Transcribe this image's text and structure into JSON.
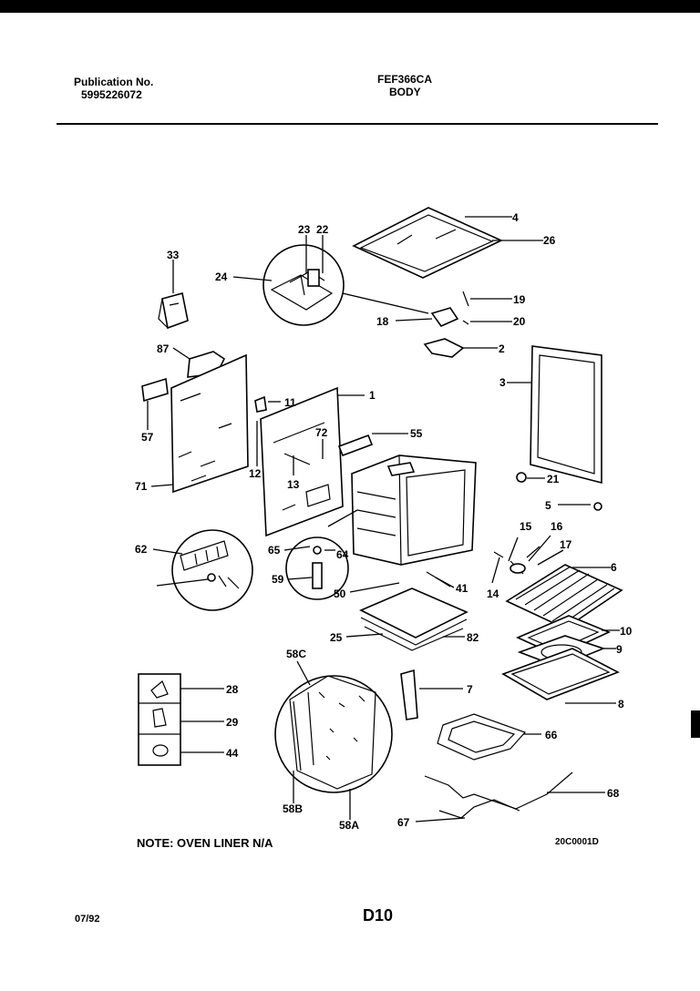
{
  "header": {
    "publication_label": "Publication No.",
    "publication_number": "5995226072",
    "model": "FEF366CA",
    "section": "BODY"
  },
  "note": "NOTE: OVEN LINER N/A",
  "drawing_code": "20C0001D",
  "date": "07/92",
  "page": "D10",
  "callouts": [
    "33",
    "23",
    "22",
    "24",
    "4",
    "26",
    "19",
    "18",
    "20",
    "2",
    "87",
    "3",
    "1",
    "11",
    "57",
    "72",
    "55",
    "12",
    "13",
    "71",
    "21",
    "5",
    "15",
    "16",
    "17",
    "62",
    "65",
    "64",
    "59",
    "41",
    "6",
    "14",
    "50",
    "25",
    "82",
    "10",
    "9",
    "8",
    "58C",
    "28",
    "7",
    "29",
    "66",
    "44",
    "58B",
    "58A",
    "67",
    "68"
  ]
}
